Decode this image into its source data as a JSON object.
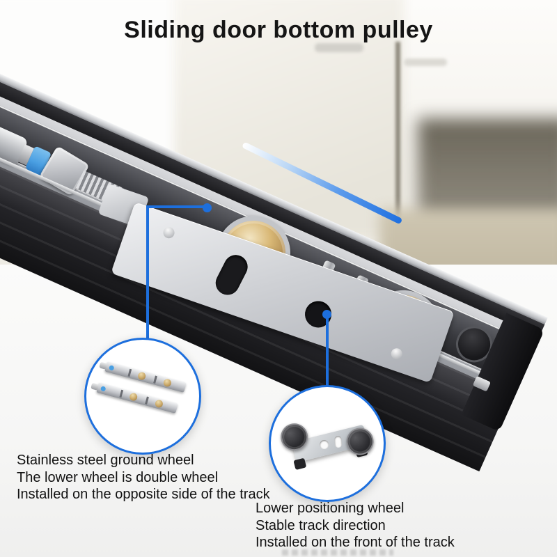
{
  "title": "Sliding door bottom pulley",
  "colors": {
    "accent_blue": "#1d6fdd",
    "title_text": "#151515",
    "body_text": "#121212",
    "track_dark": "#121214",
    "threadlock_blue": "#4a9fe2",
    "brass": "#c7a564"
  },
  "annotations": {
    "left": {
      "lines": [
        "Stainless steel ground wheel",
        "The lower wheel is double wheel",
        "Installed on the opposite side of the track"
      ]
    },
    "right": {
      "lines": [
        "Lower positioning wheel",
        "Stable track direction",
        "Installed on the front of the track"
      ]
    }
  }
}
